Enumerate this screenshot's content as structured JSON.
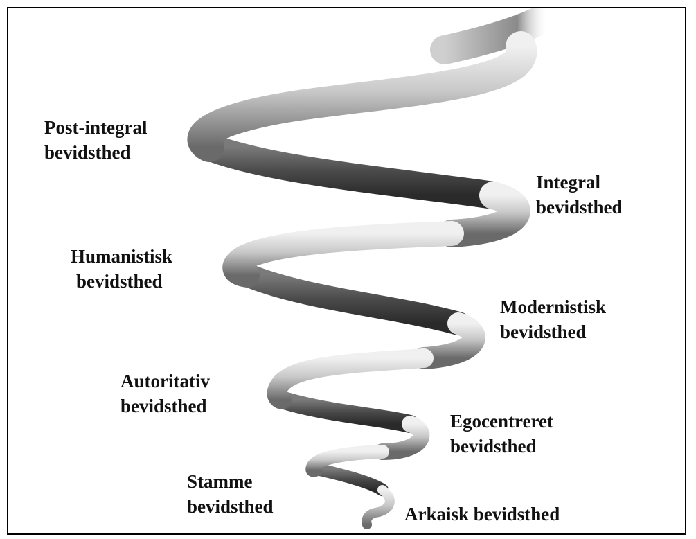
{
  "diagram": {
    "stages": [
      {
        "id": "post-integral",
        "line1": "Post-integral",
        "line2": "bevidsthed"
      },
      {
        "id": "integral",
        "line1": "Integral",
        "line2": "bevidsthed"
      },
      {
        "id": "humanistisk",
        "line1": "Humanistisk",
        "line2": "bevidsthed"
      },
      {
        "id": "modernistisk",
        "line1": "Modernistisk",
        "line2": "bevidsthed"
      },
      {
        "id": "autoritativ",
        "line1": "Autoritativ",
        "line2": "bevidsthed"
      },
      {
        "id": "egocentreret",
        "line1": "Egocentreret",
        "line2": "bevidsthed"
      },
      {
        "id": "stamme",
        "line1": "Stamme",
        "line2": "bevidsthed"
      },
      {
        "id": "arkaisk",
        "line1": "Arkaisk bevidsthed"
      }
    ],
    "colors": {
      "border": "#000000",
      "text": "#111111",
      "tube_light": "#e6e6e6",
      "tube_mid": "#9a9a9a",
      "tube_dark": "#3c3c3c"
    }
  }
}
